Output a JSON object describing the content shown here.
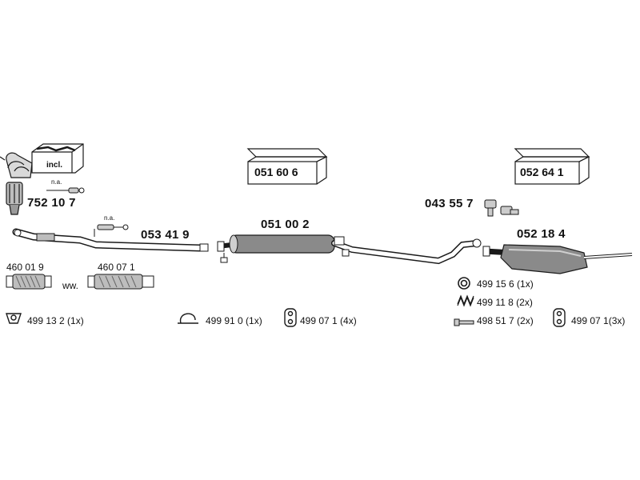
{
  "colors": {
    "ink": "#1a1a1a",
    "metal": "#9a9a9a",
    "metal_dark": "#555555",
    "box_fill": "#ffffff"
  },
  "parts": {
    "manifold": {
      "number": "752 10 7",
      "box_label": "incl.",
      "note": "n.a."
    },
    "front_pipe": {
      "number": "053 41 9",
      "note": "n.a."
    },
    "flex_pipe_a": {
      "number": "460 01 9"
    },
    "flex_pipe_sep": {
      "text": "ww."
    },
    "flex_pipe_b": {
      "number": "460 07 1"
    },
    "middle_box": {
      "number": "051 60 6"
    },
    "middle_muffler": {
      "number": "051 00 2"
    },
    "rear_box": {
      "number": "052 64 1"
    },
    "bolt_kit": {
      "number": "043 55 7"
    },
    "rear_muffler": {
      "number": "052 18 4"
    }
  },
  "hardware": [
    {
      "icon": "gasket-icon",
      "text": "499 13 2 (1x)"
    },
    {
      "icon": "clamp-icon",
      "text": "499 91 0 (1x)"
    },
    {
      "icon": "rubber-hanger-icon",
      "text": "499 07 1 (4x)"
    },
    {
      "icon": "ring-icon",
      "text": "499 15 6 (1x)"
    },
    {
      "icon": "spring-icon",
      "text": "499 11 8 (2x)"
    },
    {
      "icon": "bolt-icon",
      "text": "498 51 7 (2x)"
    },
    {
      "icon": "rubber-hanger-icon",
      "text": "499 07 1(3x)"
    }
  ]
}
